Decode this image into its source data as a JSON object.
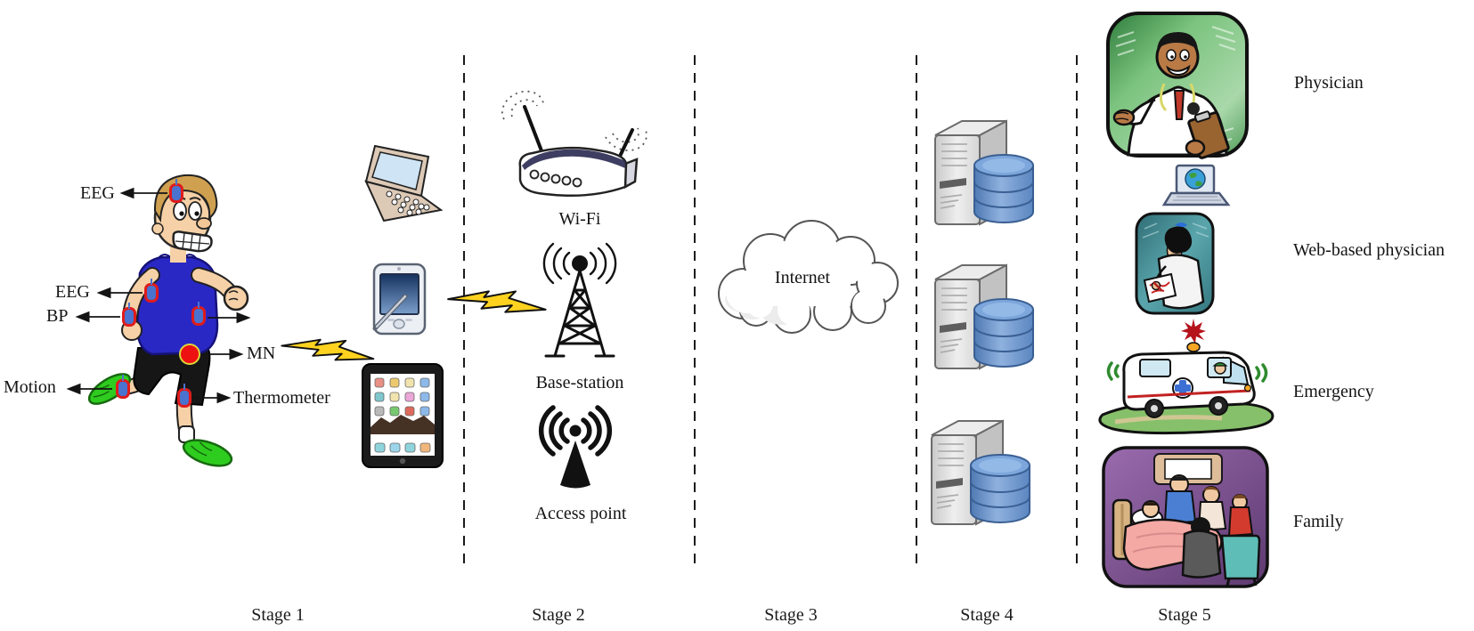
{
  "stages": [
    {
      "label": "Stage 1"
    },
    {
      "label": "Stage 2"
    },
    {
      "label": "Stage 3"
    },
    {
      "label": "Stage 4"
    },
    {
      "label": "Stage 5"
    }
  ],
  "stage1": {
    "sensors": {
      "eeg_head": "EEG",
      "eeg_arm": "EEG",
      "bp": "BP",
      "motion": "Motion",
      "mobile_node": "MN",
      "thermometer": "Thermometer"
    }
  },
  "stage2": {
    "wifi_label": "Wi-Fi",
    "base_station_label": "Base-station",
    "access_point_label": "Access point"
  },
  "stage3": {
    "internet_label": "Internet"
  },
  "stage4": {
    "server_count": 3
  },
  "stage5": {
    "actors": [
      {
        "label": "Physician"
      },
      {
        "label": "Web-based physician"
      },
      {
        "label": "Emergency"
      },
      {
        "label": "Family"
      }
    ]
  },
  "colors": {
    "lightning_yellow": "#ffd21f",
    "sensor_blue": "#4a72cf",
    "sensor_ring_red": "#e01b1b",
    "mobile_node_red": "#ee1111",
    "database_blue": "#5b86c0",
    "server_gray": "#d9d9d9",
    "physician_green": "#58a55e",
    "web_physician_teal": "#3f8e96",
    "family_purple": "#7b4f8e",
    "emergency_ground_green": "#86c06a",
    "runner_shirt_blue": "#2a28c4",
    "runner_shoe_green": "#2ecc1e"
  }
}
